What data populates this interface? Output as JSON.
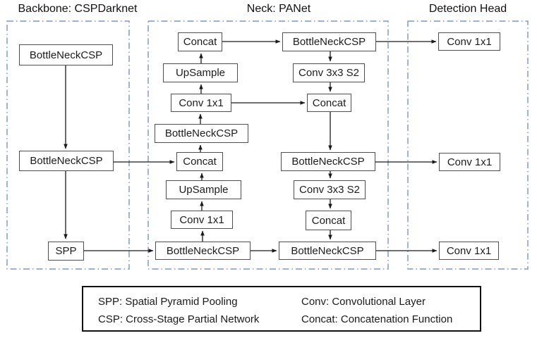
{
  "diagram": {
    "sections": {
      "backbone": {
        "title": "Backbone: CSPDarknet"
      },
      "neck": {
        "title": "Neck: PANet"
      },
      "head": {
        "title": "Detection Head"
      }
    },
    "nodes": {
      "bb_csp1": {
        "label": "BottleNeckCSP"
      },
      "bb_csp2": {
        "label": "BottleNeckCSP"
      },
      "bb_spp": {
        "label": "SPP"
      },
      "neck_concat_top": {
        "label": "Concat"
      },
      "neck_upsample_1": {
        "label": "UpSample"
      },
      "neck_conv1x1_mid": {
        "label": "Conv 1x1"
      },
      "neck_csp_left": {
        "label": "BottleNeckCSP"
      },
      "neck_concat_mid": {
        "label": "Concat"
      },
      "neck_upsample_2": {
        "label": "UpSample"
      },
      "neck_conv1x1_low": {
        "label": "Conv 1x1"
      },
      "neck_csp_bottom_left": {
        "label": "BottleNeckCSP"
      },
      "neck_csp_top_right": {
        "label": "BottleNeckCSP"
      },
      "neck_conv3x3_1": {
        "label": "Conv 3x3 S2"
      },
      "neck_concat_r1": {
        "label": "Concat"
      },
      "neck_csp_mid_right": {
        "label": "BottleNeckCSP"
      },
      "neck_conv3x3_2": {
        "label": "Conv 3x3 S2"
      },
      "neck_concat_r2": {
        "label": "Concat"
      },
      "neck_csp_bottom_right": {
        "label": "BottleNeckCSP"
      },
      "head_conv_1": {
        "label": "Conv 1x1"
      },
      "head_conv_2": {
        "label": "Conv 1x1"
      },
      "head_conv_3": {
        "label": "Conv 1x1"
      }
    },
    "legend": {
      "items": [
        "SPP: Spatial Pyramid Pooling",
        "CSP: Cross-Stage Partial Network",
        "Conv: Convolutional Layer",
        "Concat: Concatenation Function"
      ]
    },
    "colors": {
      "container_border": "#8fa8cf",
      "box_border": "#4f4f4f",
      "arrow": "#1a1a1a",
      "legend_border": "#111111"
    }
  }
}
